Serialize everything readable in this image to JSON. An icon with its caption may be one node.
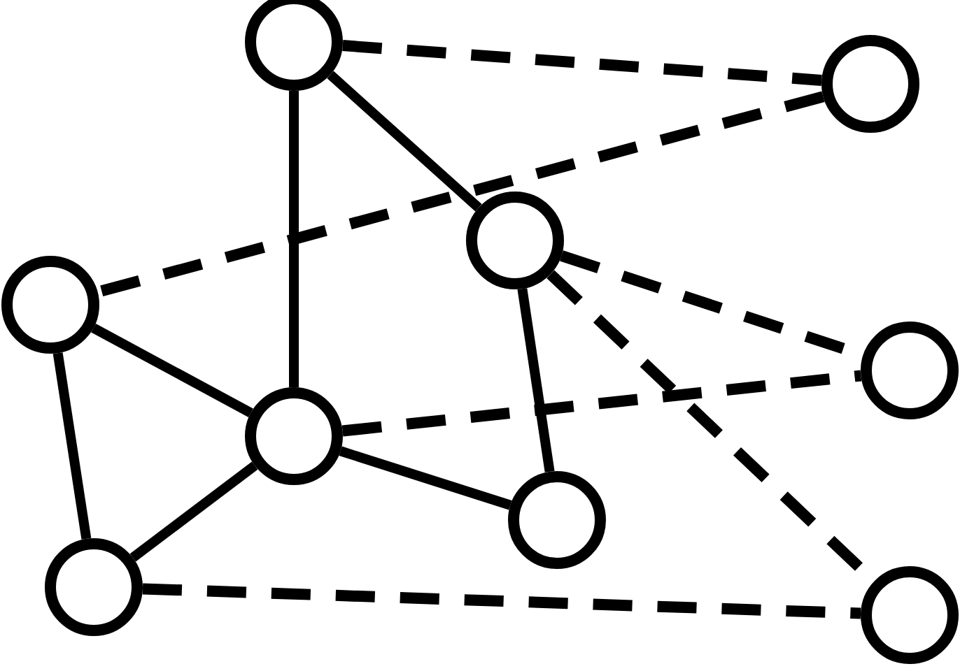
{
  "diagram": {
    "nodes": [
      {
        "text": [],
        "shape": "circle"
      },
      {
        "text": [],
        "shape": "circle"
      },
      {
        "text": [],
        "shape": "circle"
      },
      {
        "text": [],
        "shape": "circle"
      },
      {
        "text": [],
        "shape": "circle"
      },
      {
        "text": [],
        "shape": "circle"
      },
      {
        "text": [],
        "shape": "circle"
      },
      {
        "text": [],
        "shape": "circle"
      },
      {
        "text": [],
        "shape": "circle"
      }
    ],
    "edges": [
      {
        "from": 0,
        "to": 5,
        "arrow": "none"
      },
      {
        "from": 0,
        "to": 2,
        "arrow": "none"
      },
      {
        "from": 3,
        "to": 5,
        "arrow": "none"
      },
      {
        "from": 3,
        "to": 7,
        "arrow": "none"
      },
      {
        "from": 7,
        "to": 5,
        "arrow": "none"
      },
      {
        "from": 5,
        "to": 6,
        "arrow": "none"
      },
      {
        "from": 2,
        "to": 6,
        "arrow": "none"
      },
      {
        "from": 0,
        "to": 1,
        "arrow": "none",
        "style": "dashed"
      },
      {
        "from": 1,
        "to": 3,
        "arrow": "none",
        "style": "dashed"
      },
      {
        "from": 2,
        "to": 4,
        "arrow": "none",
        "style": "dashed"
      },
      {
        "from": 2,
        "to": 8,
        "arrow": "none",
        "style": "dashed"
      },
      {
        "from": 5,
        "to": 4,
        "arrow": "none",
        "style": "dashed"
      },
      {
        "from": 7,
        "to": 8,
        "arrow": "none",
        "style": "dashed"
      }
    ]
  }
}
